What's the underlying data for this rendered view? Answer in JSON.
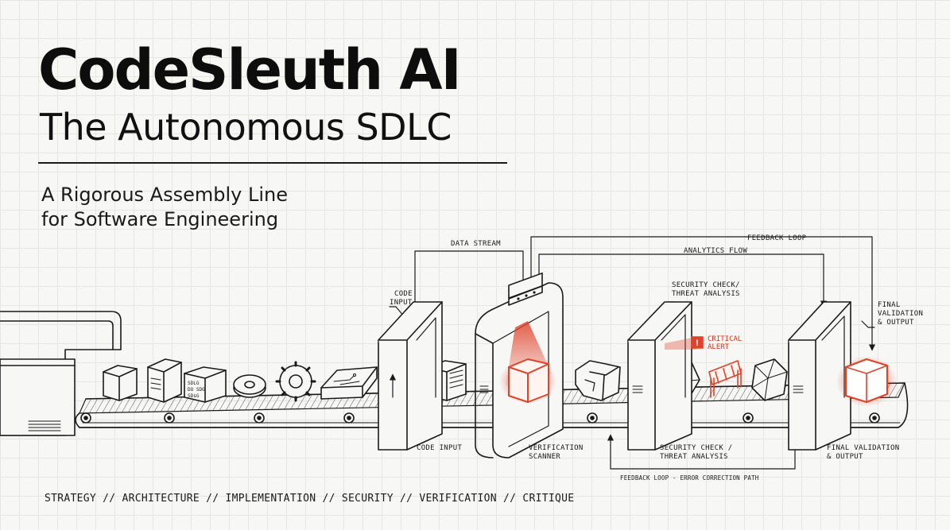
{
  "header": {
    "title": "CodeSleuth AI",
    "subtitle": "The Autonomous SDLC",
    "tagline_line1": "A Rigorous Assembly Line",
    "tagline_line2": "for Software Engineering"
  },
  "diagram": {
    "labels": {
      "data_stream": "DATA STREAM",
      "feedback_loop": "FEEDBACK LOOP",
      "analytics_flow": "ANALYTICS FLOW",
      "code_input_top_1": "CODE",
      "code_input_top_2": "INPUT",
      "security_top_1": "SECURITY CHECK/",
      "security_top_2": "THREAT ANALYSIS",
      "final_top_1": "FINAL",
      "final_top_2": "VALIDATION",
      "final_top_3": "& OUTPUT",
      "critical_1": "CRITICAL",
      "critical_2": "ALERT",
      "critical_mark": "!",
      "code_input_bottom": "CODE INPUT",
      "verification_1": "VERIFICATION",
      "verification_2": "SCANNER",
      "security_bottom_1": "SECURITY CHECK /",
      "security_bottom_2": "THREAT ANALYSIS",
      "final_bottom_1": "FINAL VALIDATION",
      "final_bottom_2": "& OUTPUT",
      "feedback_bottom": "FEEDBACK LOOP - ERROR CORRECTION PATH",
      "doc_box_1": "SDLG",
      "doc_box_2": "DO SDG",
      "doc_box_3": "SDsG"
    },
    "colors": {
      "ink": "#1a1a1a",
      "alert": "#e0432a",
      "alert_text": "#d8311c"
    }
  },
  "footer": {
    "text": "STRATEGY // ARCHITECTURE // IMPLEMENTATION // SECURITY // VERIFICATION // CRITIQUE"
  }
}
